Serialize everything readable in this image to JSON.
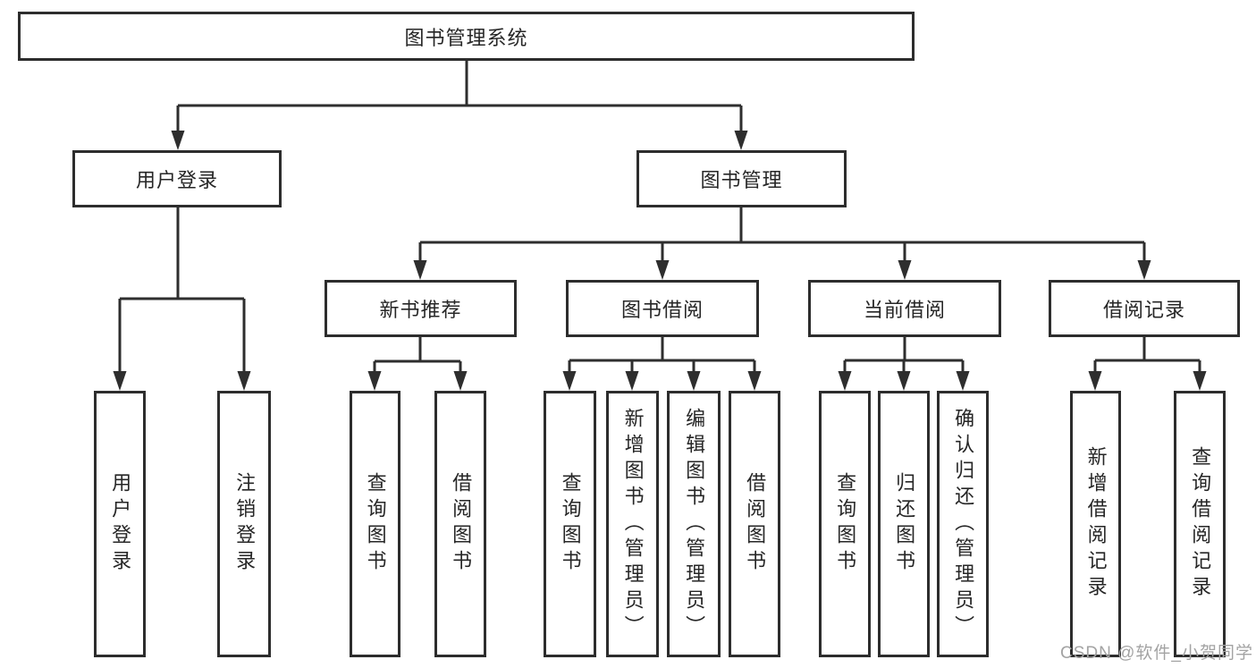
{
  "colors": {
    "line": "#2e2e2e",
    "box_border": "#2d2d2d",
    "text": "#262626",
    "background": "#ffffff",
    "watermark": "#a3a3a3"
  },
  "watermark": {
    "text": "CSDN @软件_小贺同学"
  },
  "chart_data": {
    "type": "tree-diagram",
    "title": "图书管理系统"
  },
  "tree": {
    "root": {
      "label": "图书管理系统"
    },
    "branches": [
      {
        "label": "用户登录",
        "children": [
          {
            "label": "用户登录"
          },
          {
            "label": "注销登录"
          }
        ]
      },
      {
        "label": "图书管理",
        "children": [
          {
            "label": "新书推荐",
            "children": [
              {
                "label": "查询图书"
              },
              {
                "label": "借阅图书"
              }
            ]
          },
          {
            "label": "图书借阅",
            "children": [
              {
                "label": "查询图书"
              },
              {
                "label": "新增图书（管理员）"
              },
              {
                "label": "编辑图书（管理员）"
              },
              {
                "label": "借阅图书"
              }
            ]
          },
          {
            "label": "当前借阅",
            "children": [
              {
                "label": "查询图书"
              },
              {
                "label": "归还图书"
              },
              {
                "label": "确认归还（管理员）"
              }
            ]
          },
          {
            "label": "借阅记录",
            "children": [
              {
                "label": "新增借阅记录"
              },
              {
                "label": "查询借阅记录"
              }
            ]
          }
        ]
      }
    ]
  }
}
